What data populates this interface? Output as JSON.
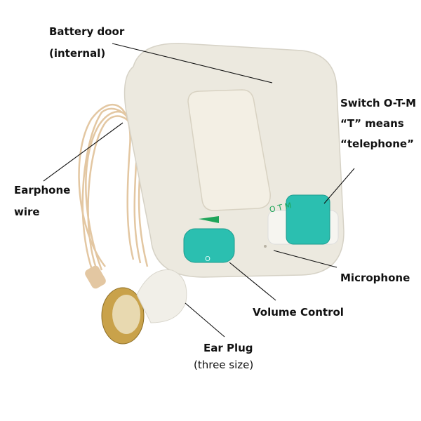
{
  "labels": {
    "battery_door": "Battery door",
    "battery_door_sub": "(internal)",
    "switch": "Switch O-T-M",
    "switch_line2": "“T” means",
    "switch_line3": "“telephone”",
    "earphone": "Earphone",
    "earphone_sub": "wire",
    "microphone": "Microphone",
    "volume": "Volume Control",
    "ear_plug": "Ear Plug",
    "ear_plug_sub": "(three size)"
  },
  "device_markings": {
    "switch_letters": "O T M",
    "dial_mark": "O"
  },
  "colors": {
    "body": "#ece9df",
    "teal": "#2bbfb0",
    "wire": "#e6c9a6",
    "gold": "#c9a24a",
    "marking_green": "#1fa55a"
  }
}
